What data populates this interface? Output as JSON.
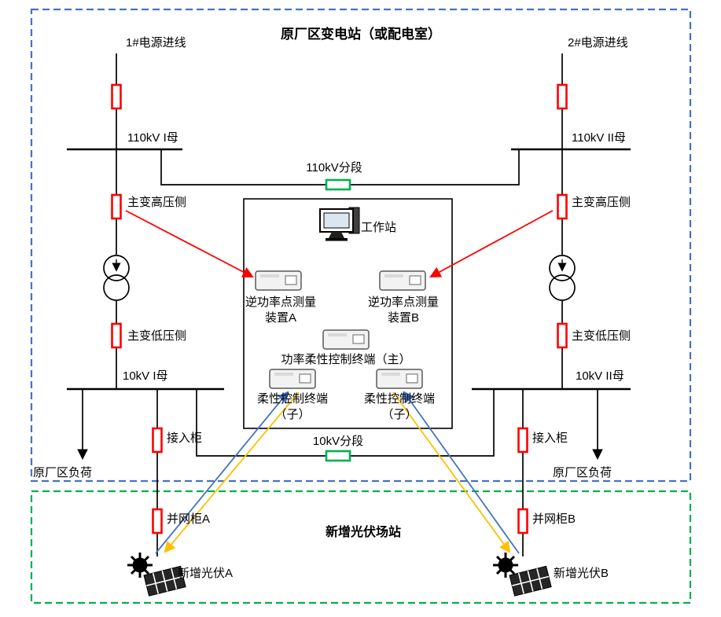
{
  "zones": {
    "substation_title": "原厂区变电站（或配电室）",
    "pv_title": "新增光伏场站"
  },
  "left": {
    "incoming": "1#电源进线",
    "bus110": "110kV I母",
    "hv_side": "主变高压侧",
    "lv_side": "主变低压侧",
    "bus10": "10kV I母",
    "access_cabinet": "接入柜",
    "load": "原厂区负荷",
    "grid_cabinet": "并网柜A",
    "pv": "新增光伏A"
  },
  "right": {
    "incoming": "2#电源进线",
    "bus110": "110kV II母",
    "hv_side": "主变高压侧",
    "lv_side": "主变低压侧",
    "bus10": "10kV II母",
    "access_cabinet": "接入柜",
    "load": "原厂区负荷",
    "grid_cabinet": "并网柜B",
    "pv": "新增光伏B"
  },
  "sections": {
    "s110": "110kV分段",
    "s10": "10kV分段"
  },
  "control_room": {
    "workstation": "工作站",
    "meas_a": "逆功率点测量装置A",
    "meas_b": "逆功率点测量装置B",
    "master": "功率柔性控制终端（主）",
    "slave_left": "柔性控制终端（子）",
    "slave_right": "柔性控制终端（子）"
  },
  "colors": {
    "breaker_red": "#ff0000",
    "section_breaker_green": "#00b050",
    "zone_substation_blue": "#4472c4",
    "zone_pv_green": "#00b050",
    "arrow_measure_red": "#ff0000",
    "arrow_control_blue": "#4472c4",
    "arrow_control_orange": "#ffc000",
    "line_black": "#000000"
  }
}
